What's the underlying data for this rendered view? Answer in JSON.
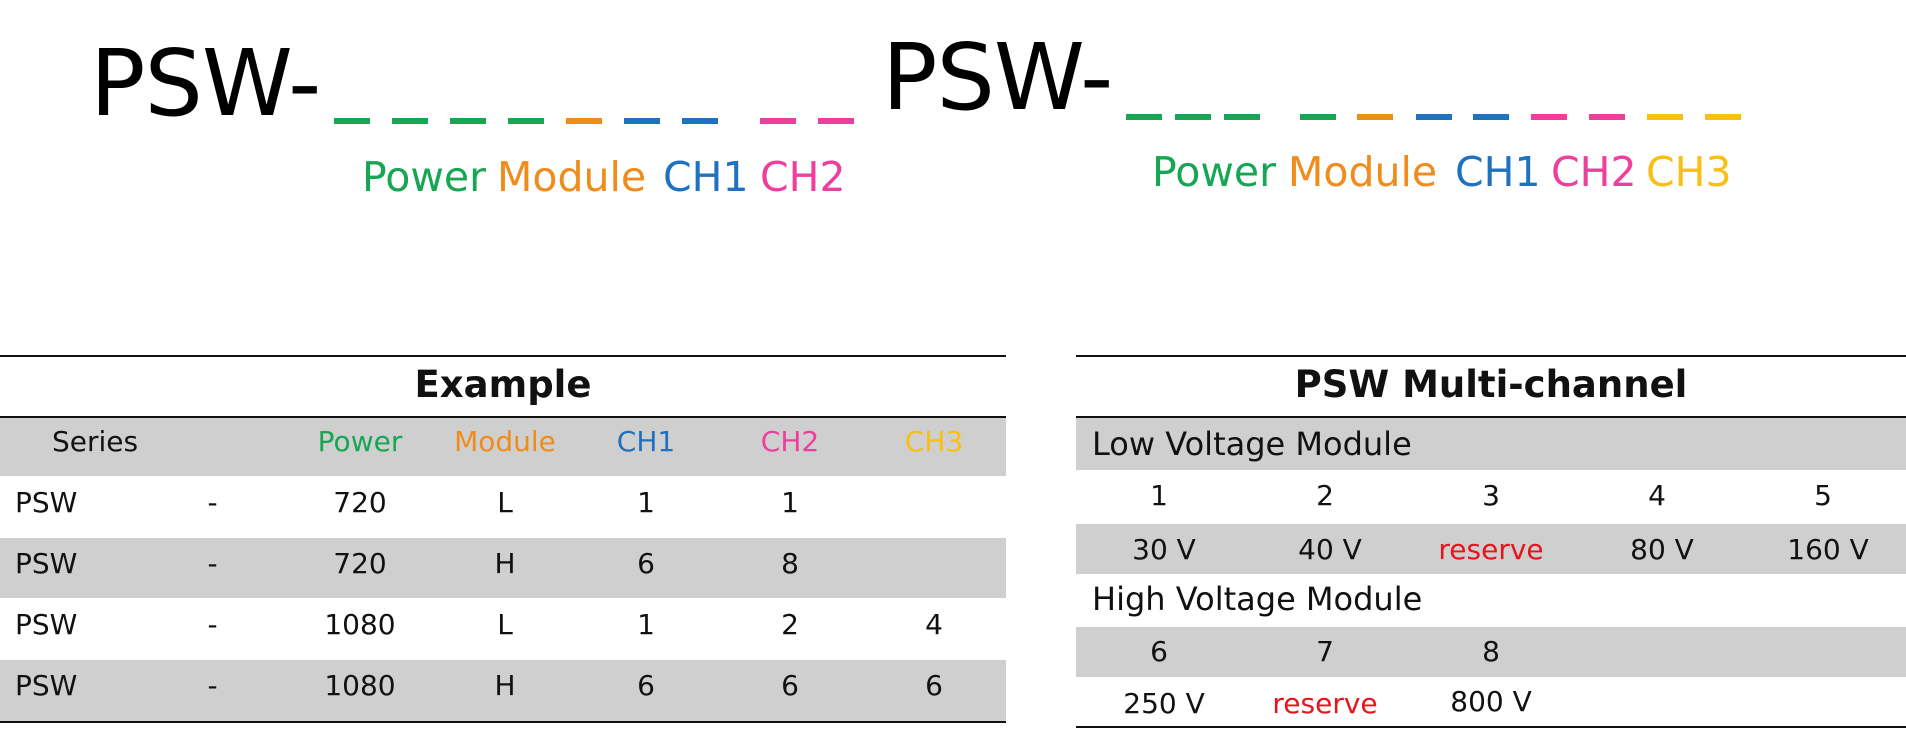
{
  "colors": {
    "power": "#17a654",
    "module": "#f08c1c",
    "ch1": "#1f72bf",
    "ch2": "#ee3f9d",
    "ch3": "#f9bf14",
    "band": "#cfcfcf",
    "reserve": "#e8141c"
  },
  "code_left": {
    "prefix": "PSW-",
    "labels": {
      "power": "Power",
      "module": "Module",
      "ch1": "CH1",
      "ch2": "CH2"
    }
  },
  "code_right": {
    "prefix": "PSW-",
    "labels": {
      "power": "Power",
      "module": "Module",
      "ch1": "CH1",
      "ch2": "CH2",
      "ch3": "CH3"
    }
  },
  "example": {
    "title": "Example",
    "headers": {
      "series": "Series",
      "power": "Power",
      "module": "Module",
      "ch1": "CH1",
      "ch2": "CH2",
      "ch3": "CH3"
    },
    "rows": [
      {
        "series": "PSW",
        "sep": "-",
        "power": "720",
        "module": "L",
        "ch1": "1",
        "ch2": "1",
        "ch3": ""
      },
      {
        "series": "PSW",
        "sep": "-",
        "power": "720",
        "module": "H",
        "ch1": "6",
        "ch2": "8",
        "ch3": ""
      },
      {
        "series": "PSW",
        "sep": "-",
        "power": "1080",
        "module": "L",
        "ch1": "1",
        "ch2": "2",
        "ch3": "4"
      },
      {
        "series": "PSW",
        "sep": "-",
        "power": "1080",
        "module": "H",
        "ch1": "6",
        "ch2": "6",
        "ch3": "6"
      }
    ]
  },
  "multichannel": {
    "title": "PSW Multi-channel",
    "low": {
      "heading": "Low Voltage Module",
      "codes": [
        "1",
        "2",
        "3",
        "4",
        "5"
      ],
      "values": [
        "30 V",
        "40 V",
        "reserve",
        "80 V",
        "160 V"
      ]
    },
    "high": {
      "heading": "High Voltage Module",
      "codes": [
        "6",
        "7",
        "8"
      ],
      "values": [
        "250 V",
        "reserve",
        "800 V"
      ]
    }
  }
}
